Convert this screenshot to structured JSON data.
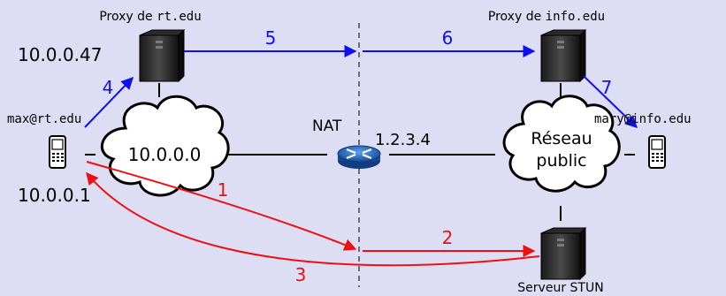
{
  "labels": {
    "proxy_left_prefix": "Proxy de ",
    "proxy_left_domain": "rt.edu",
    "proxy_right_prefix": "Proxy de ",
    "proxy_right_domain": "info.edu",
    "proxy_left_ip": "10.0.0.47",
    "user_left": "max@rt.edu",
    "user_right": "mary@info.edu",
    "user_left_ip": "10.0.0.1",
    "cloud_private": "10.0.0.0",
    "cloud_public_line1": "Réseau",
    "cloud_public_line2": "public",
    "nat_label": "NAT",
    "nat_ip": "1.2.3.4",
    "stun_server": "Serveur STUN"
  },
  "steps": [
    "1",
    "2",
    "3",
    "4",
    "5",
    "6",
    "7"
  ],
  "colors": {
    "background": "#ddddf4",
    "blue_arrows": "#1010ee",
    "red_arrows": "#ee1010",
    "router": "#1a5fb0"
  },
  "icons": [
    "server-icon",
    "phone-icon",
    "cloud-icon",
    "router-icon"
  ]
}
